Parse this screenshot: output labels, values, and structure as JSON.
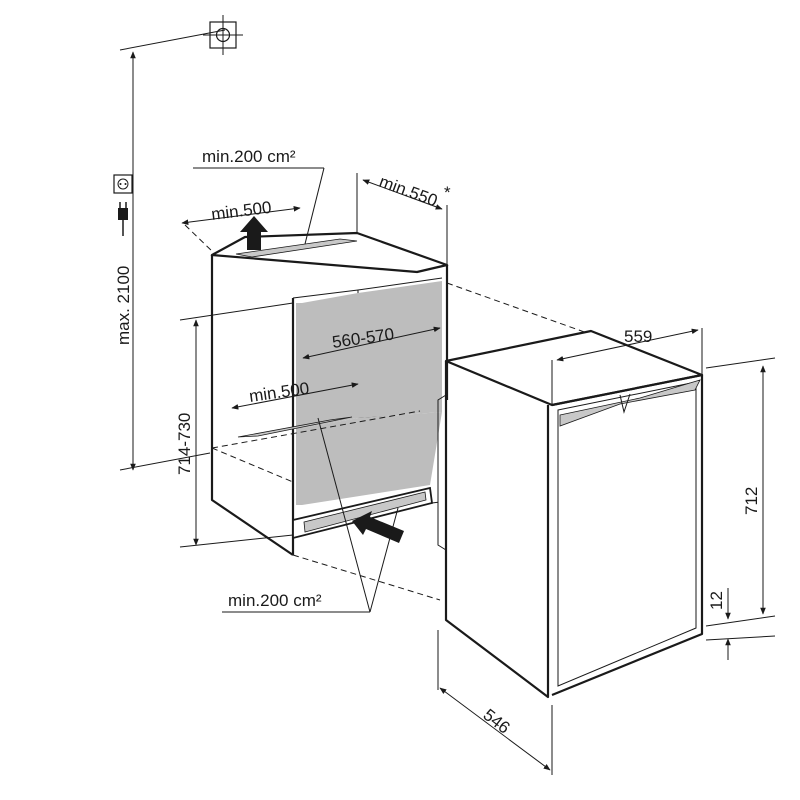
{
  "labels": {
    "vent_top_area": "min.200 cm²",
    "vent_top_depth": "min.500",
    "niche_depth": "min.550",
    "niche_depth_note": "*",
    "max_height": "max. 2100",
    "niche_width": "560-570",
    "vent_bottom_depth": "min.500",
    "niche_height": "714-730",
    "vent_bottom_area": "min.200 cm²",
    "appliance_width": "559",
    "appliance_height": "712",
    "plinth_offset": "12",
    "appliance_depth": "546"
  },
  "icons": [
    "crosshair-icon",
    "power-socket-icon",
    "power-plug-icon"
  ]
}
